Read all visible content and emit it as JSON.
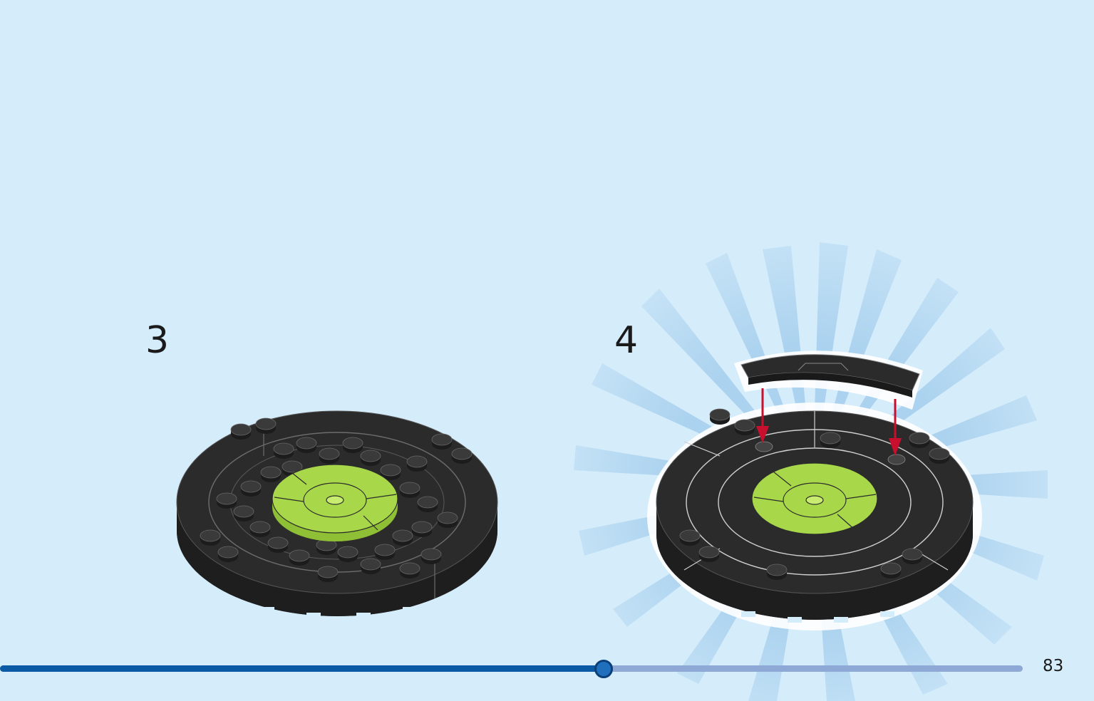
{
  "steps": [
    {
      "number": "3"
    },
    {
      "number": "4"
    }
  ],
  "progress": {
    "fraction": 0.59,
    "page_number": "83"
  },
  "colors": {
    "background": "#d5ecfb",
    "part_black": "#2b2b2b",
    "part_lime": "#a8d84a",
    "arrow_red": "#c8102e",
    "progress_fill": "#0b5aa6",
    "progress_track": "#8fa9d6",
    "burst": "#a9d1ee"
  },
  "icons": {
    "step3": "round-plate-with-lime-tile-illustration",
    "step4": "round-plate-with-curved-tile-illustration",
    "arrow": "down-arrow-icon"
  }
}
